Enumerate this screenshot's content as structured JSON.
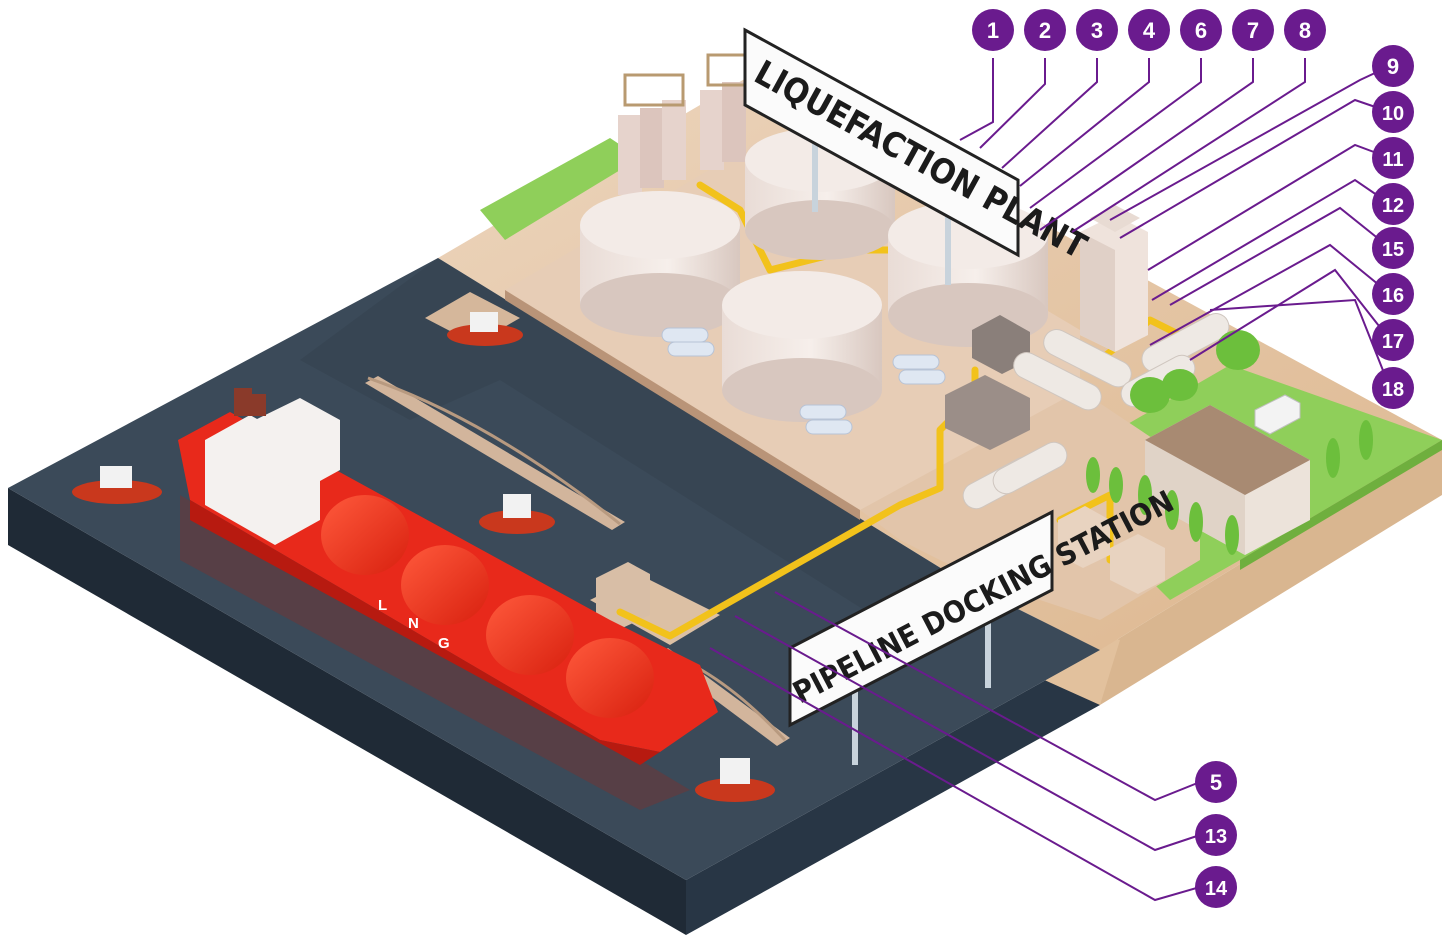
{
  "signs": {
    "plant": "LIQUEFACTION PLANT",
    "dock": "PIPELINE DOCKING STATION"
  },
  "ship_lettering": [
    "L",
    "N",
    "G"
  ],
  "callouts": {
    "c1": "1",
    "c2": "2",
    "c3": "3",
    "c4": "4",
    "c5": "5",
    "c6": "6",
    "c7": "7",
    "c8": "8",
    "c9": "9",
    "c10": "10",
    "c11": "11",
    "c12": "12",
    "c13": "13",
    "c14": "14",
    "c15": "15",
    "c16": "16",
    "c17": "17",
    "c18": "18"
  },
  "colors": {
    "callout": "#6a1b8e",
    "water": "#3b4a59",
    "ship_hull": "#e8291b",
    "pipeline": "#f2c21b",
    "quay": "#e7cdb6",
    "grass": "#8fcf5a"
  },
  "icons": [
    "lng-carrier-icon",
    "tugboat-icon",
    "storage-tank-icon",
    "tree-icon",
    "truck-icon"
  ]
}
